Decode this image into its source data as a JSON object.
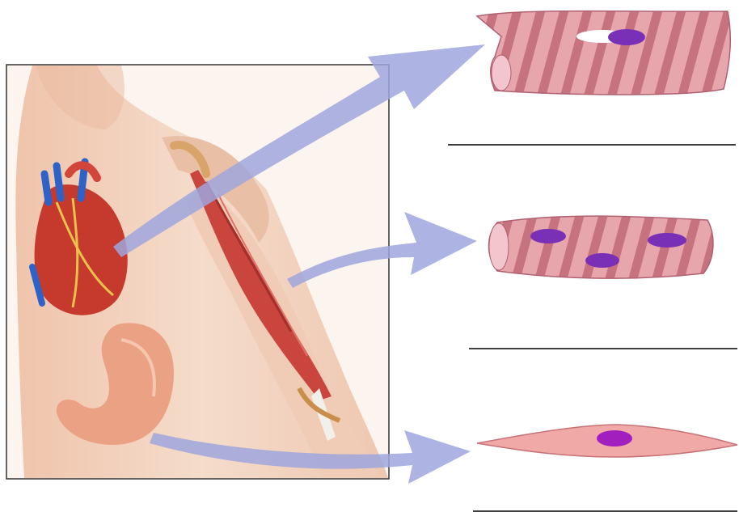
{
  "figure": {
    "kind": "muscle-tissue-types",
    "organs": [
      "heart",
      "skeletal-muscle-arm",
      "stomach"
    ],
    "tissues": [
      {
        "id": "cardiac",
        "name_icon": "cardiac-muscle-cell-icon",
        "label": ""
      },
      {
        "id": "skeletal",
        "name_icon": "skeletal-muscle-fiber-icon",
        "label": ""
      },
      {
        "id": "smooth",
        "name_icon": "smooth-muscle-cell-icon",
        "label": ""
      }
    ],
    "colors": {
      "arrow": "#9fa6dd",
      "muscle_pink": "#e6a6ac",
      "muscle_stripe": "#b85d6d",
      "nucleus": "#7a2fb7",
      "skin": "#f2d2bf",
      "heart_red": "#c53a2c",
      "vessel_blue": "#2d62c8",
      "stomach": "#eba183",
      "bicep": "#c9453e"
    }
  }
}
